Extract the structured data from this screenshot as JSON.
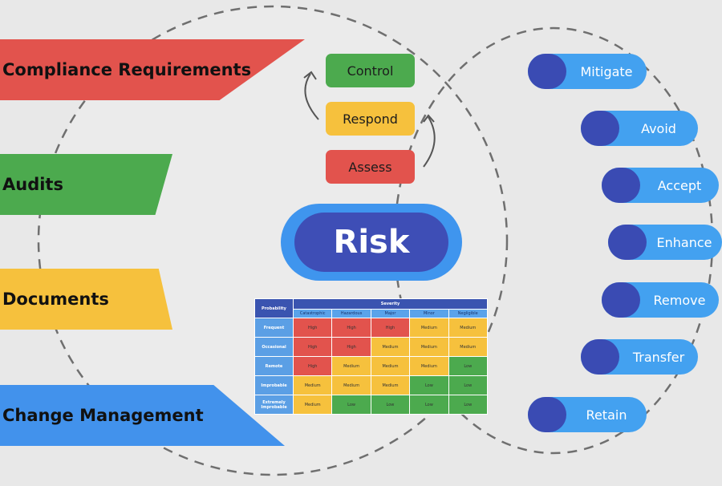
{
  "bands": [
    {
      "label": "Compliance Requirements",
      "color": "#e2534d"
    },
    {
      "label": "Audits",
      "color": "#4caa4e"
    },
    {
      "label": "Documents",
      "color": "#f6c13d"
    },
    {
      "label": "Change Management",
      "color": "#4292ec"
    }
  ],
  "cycle": [
    {
      "label": "Control",
      "color": "#4caa4e"
    },
    {
      "label": "Respond",
      "color": "#f6c13d"
    },
    {
      "label": "Assess",
      "color": "#e2534d"
    }
  ],
  "center_label": "Risk",
  "strategies": [
    "Mitigate",
    "Avoid",
    "Accept",
    "Enhance",
    "Remove",
    "Transfer",
    "Retain"
  ],
  "matrix": {
    "corner": "Probability",
    "severity_title": "Severity",
    "severity_levels": [
      "Catastrophic",
      "Hazardous",
      "Major",
      "Minor",
      "Negligible"
    ],
    "rows": [
      {
        "label": "Frequent",
        "cells": [
          "High",
          "High",
          "High",
          "Medium",
          "Medium"
        ]
      },
      {
        "label": "Occasional",
        "cells": [
          "High",
          "High",
          "Medium",
          "Medium",
          "Medium"
        ]
      },
      {
        "label": "Remote",
        "cells": [
          "High",
          "Medium",
          "Medium",
          "Medium",
          "Low"
        ]
      },
      {
        "label": "Improbable",
        "cells": [
          "Medium",
          "Medium",
          "Medium",
          "Low",
          "Low"
        ]
      },
      {
        "label": "Extremely Improbable",
        "cells": [
          "Medium",
          "Low",
          "Low",
          "Low",
          "Low"
        ]
      }
    ],
    "level_colors": {
      "High": "#e2534d",
      "Medium": "#f6c13d",
      "Low": "#4caa4e"
    }
  }
}
